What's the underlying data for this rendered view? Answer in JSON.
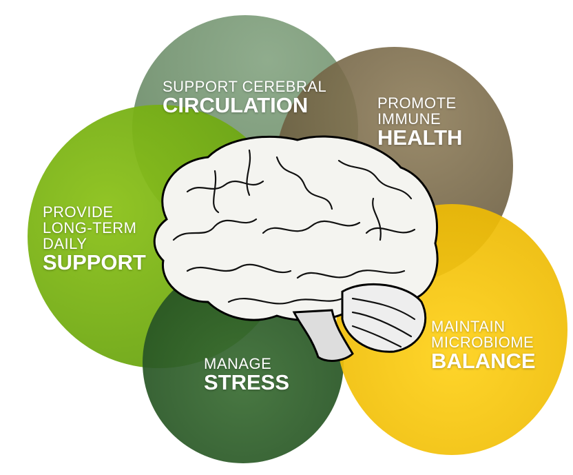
{
  "colors": {
    "sage": "#6e8f6a",
    "brown": "#7a6a4a",
    "lime": "#7ab317",
    "dark_green": "#2e5a2a",
    "yellow": "#f5c400"
  },
  "items": [
    {
      "thin": [
        "SUPPORT CEREBRAL"
      ],
      "bold": "CIRCULATION"
    },
    {
      "thin": [
        "PROMOTE",
        "IMMUNE"
      ],
      "bold": "HEALTH"
    },
    {
      "thin": [
        "PROVIDE",
        "LONG-TERM",
        "DAILY"
      ],
      "bold": "SUPPORT"
    },
    {
      "thin": [
        "MANAGE"
      ],
      "bold": "STRESS"
    },
    {
      "thin": [
        "MAINTAIN",
        "MICROBIOME"
      ],
      "bold": "BALANCE"
    }
  ]
}
